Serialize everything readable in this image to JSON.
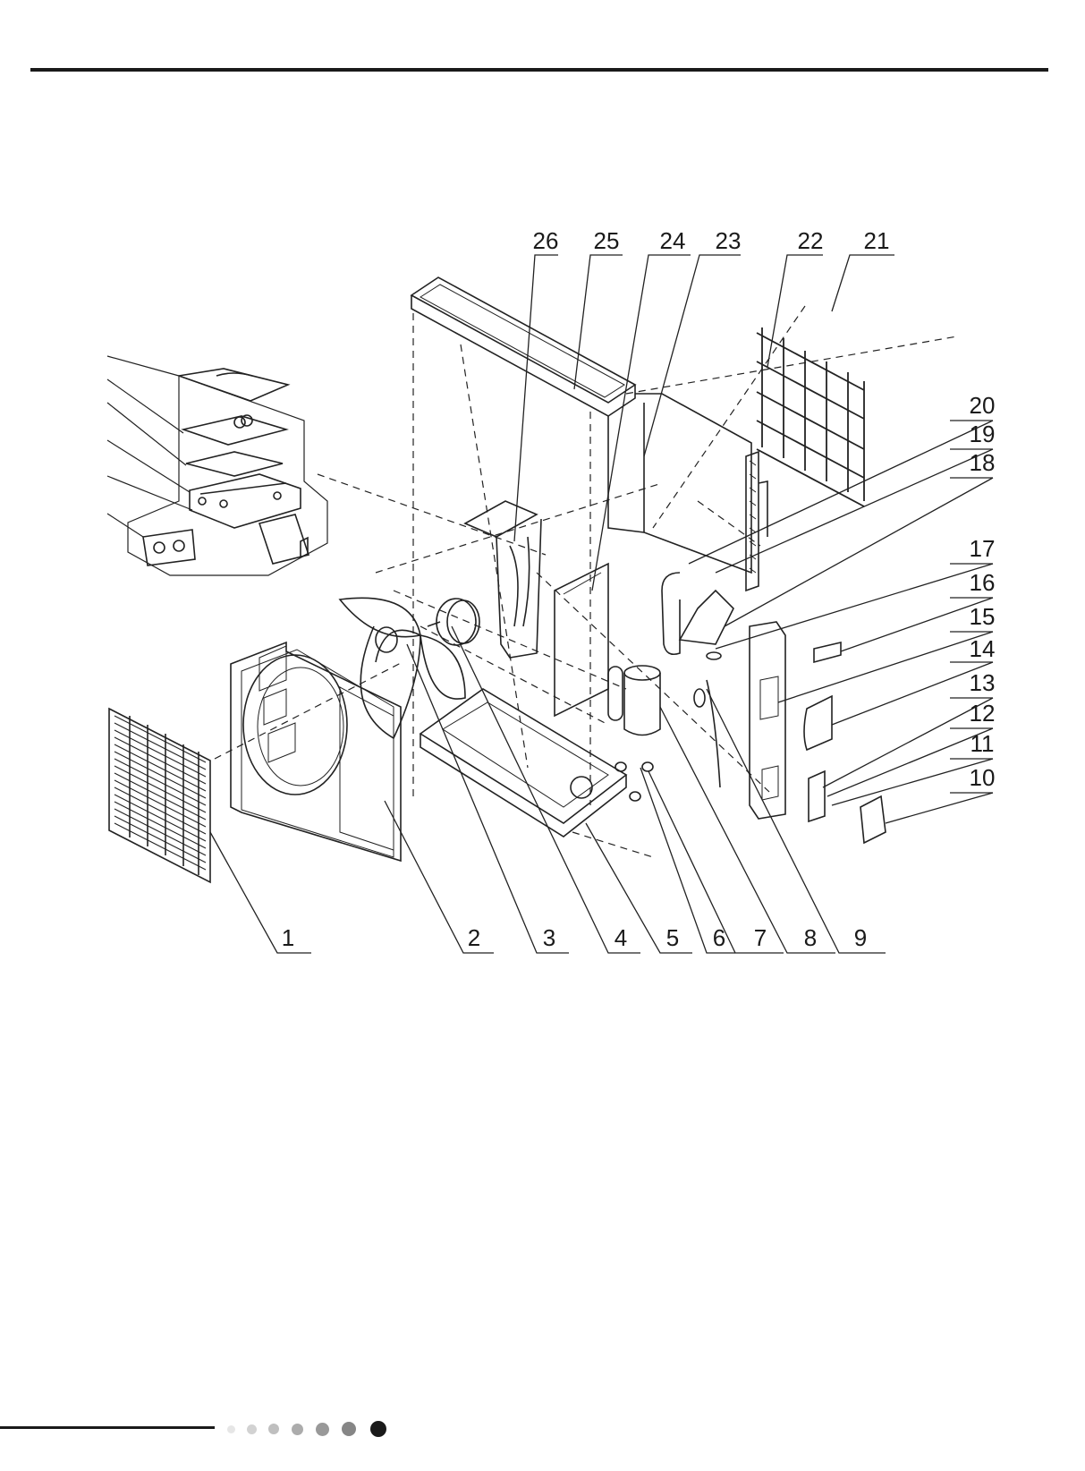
{
  "diagram": {
    "callouts_bottom": [
      "1",
      "2",
      "3",
      "4",
      "5",
      "6",
      "7",
      "8",
      "9"
    ],
    "callouts_top": [
      "26",
      "25",
      "24",
      "23",
      "22",
      "21"
    ],
    "callouts_right": [
      "20",
      "19",
      "18",
      "17",
      "16",
      "15",
      "14",
      "13",
      "12",
      "11",
      "10"
    ]
  },
  "pagination": {
    "dot_colors": [
      "#e6e6e6",
      "#d2d2d2",
      "#bfbfbf",
      "#acacac",
      "#999999",
      "#868686",
      "#1a1a1a"
    ]
  }
}
